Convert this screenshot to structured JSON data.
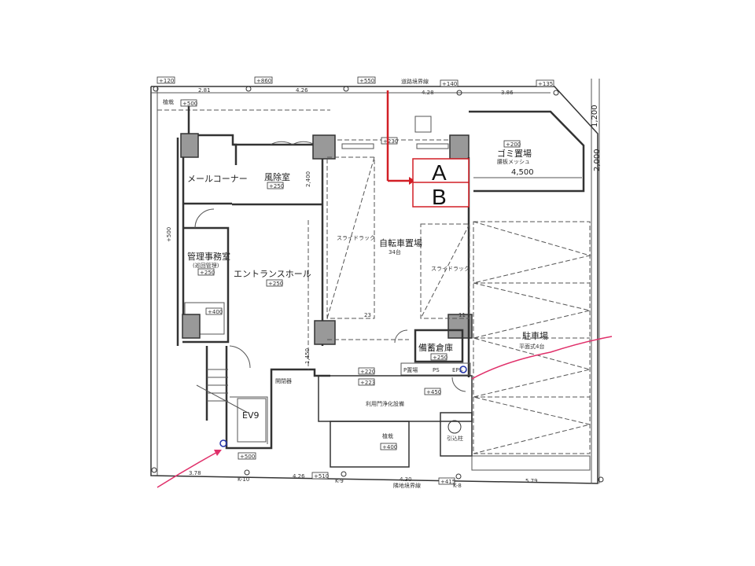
{
  "rooms": {
    "mail_corner": "メールコーナー",
    "windbreak": "風除室",
    "windbreak_level": "+250",
    "office": "管理事務室",
    "office_note": "(巡回管理)",
    "office_level": "+250",
    "entrance_hall": "エントランスホール",
    "entrance_level": "+250",
    "bicycle": "自転車置場",
    "bicycle_count": "34台",
    "slide_rack_left": "スライドラック",
    "slide_rack_right": "スライドラック",
    "rack_num_left": "23",
    "rack_num_right": "11",
    "garbage": "ゴミ置場",
    "garbage_level": "+200",
    "garbage_note": "腰板メッシュ",
    "storage": "備蓄倉庫",
    "storage_level": "+250",
    "parking": "駐車場",
    "parking_note": "平面式4台",
    "p_place": "P置場",
    "ps": "PS",
    "eps": "EPS",
    "ps_level": "+450",
    "septic": "利用門浄化設備",
    "planting_bottom": "植栽",
    "planting_bottom_level": "+400",
    "planting_top": "植栽",
    "planting_top_level": "+500",
    "lead_in_pole": "引込柱",
    "ev": "EV9",
    "switchgear": "開閉器"
  },
  "markers": {
    "a": "A",
    "b": "B"
  },
  "dimensions": {
    "top_1": "2.81",
    "top_2": "4.26",
    "top_3": "4.28",
    "top_4": "3.86",
    "bottom_1": "3.78",
    "bottom_2": "4.26",
    "bottom_3": "4.30",
    "bottom_4": "5.79",
    "garbage_width": "4,500",
    "garbage_depth": "2,000",
    "garbage_side": "1,200",
    "hall_depth": "2,400",
    "corridor": "1,450",
    "levels_top": [
      "+120",
      "+860",
      "+550",
      "+140",
      "+135"
    ],
    "level_230": "+230",
    "level_500_bottom": "+500",
    "level_510": "+510",
    "level_415": "+415",
    "level_400": "+400",
    "level_500_side": "+500",
    "level_220": "+220",
    "level_223": "+223",
    "grid_bottom": [
      "K-10",
      "K-9",
      "K-8"
    ],
    "road_line": "道路境界線",
    "neighbor_line": "隣地境界線"
  },
  "colors": {
    "annotation_red": "#d21f26",
    "pen_pink": "#e0306a",
    "marker_blue": "#2233aa"
  }
}
